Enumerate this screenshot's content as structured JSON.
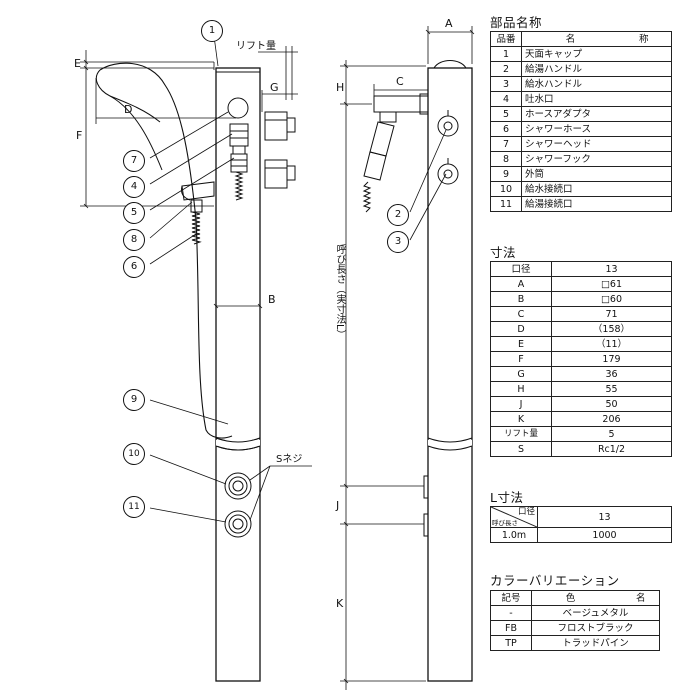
{
  "dim_labels": {
    "A": "A",
    "B": "B",
    "C": "C",
    "D": "D",
    "E": "E",
    "F": "F",
    "G": "G",
    "H": "H",
    "J": "J",
    "K": "K"
  },
  "lift_label": "リフト量",
  "s_screw_label": "Sネジ",
  "length_label": "呼び長さ（実寸法L）",
  "callouts": [
    "1",
    "2",
    "3",
    "4",
    "5",
    "6",
    "7",
    "8",
    "9",
    "10",
    "11"
  ],
  "parts": {
    "title": "部品名称",
    "headers": [
      "品番",
      "名",
      "称"
    ],
    "rows": [
      [
        "1",
        "天面キャップ"
      ],
      [
        "2",
        "給湯ハンドル"
      ],
      [
        "3",
        "給水ハンドル"
      ],
      [
        "4",
        "吐水口"
      ],
      [
        "5",
        "ホースアダプタ"
      ],
      [
        "6",
        "シャワーホース"
      ],
      [
        "7",
        "シャワーヘッド"
      ],
      [
        "8",
        "シャワーフック"
      ],
      [
        "9",
        "外筒"
      ],
      [
        "10",
        "給水接続口"
      ],
      [
        "11",
        "給湯接続口"
      ]
    ]
  },
  "dims": {
    "title": "寸法",
    "rows": [
      [
        "口径",
        "13"
      ],
      [
        "A",
        "□61"
      ],
      [
        "B",
        "□60"
      ],
      [
        "C",
        "71"
      ],
      [
        "D",
        "（158）"
      ],
      [
        "E",
        "（11）"
      ],
      [
        "F",
        "179"
      ],
      [
        "G",
        "36"
      ],
      [
        "H",
        "55"
      ],
      [
        "J",
        "50"
      ],
      [
        "K",
        "206"
      ],
      [
        "リフト量",
        "5"
      ],
      [
        "S",
        "Rc1/2"
      ]
    ]
  },
  "ldims": {
    "title": "L寸法",
    "head_top": "口径",
    "head_bottom": "呼び長さ",
    "head_value": "13",
    "rows": [
      [
        "1.0m",
        "1000"
      ]
    ]
  },
  "colors": {
    "title": "カラーバリエーション",
    "headers": [
      "記号",
      "色",
      "名"
    ],
    "rows": [
      [
        "-",
        "ベージュメタル"
      ],
      [
        "FB",
        "フロストブラック"
      ],
      [
        "TP",
        "トラッドパイン"
      ]
    ]
  }
}
